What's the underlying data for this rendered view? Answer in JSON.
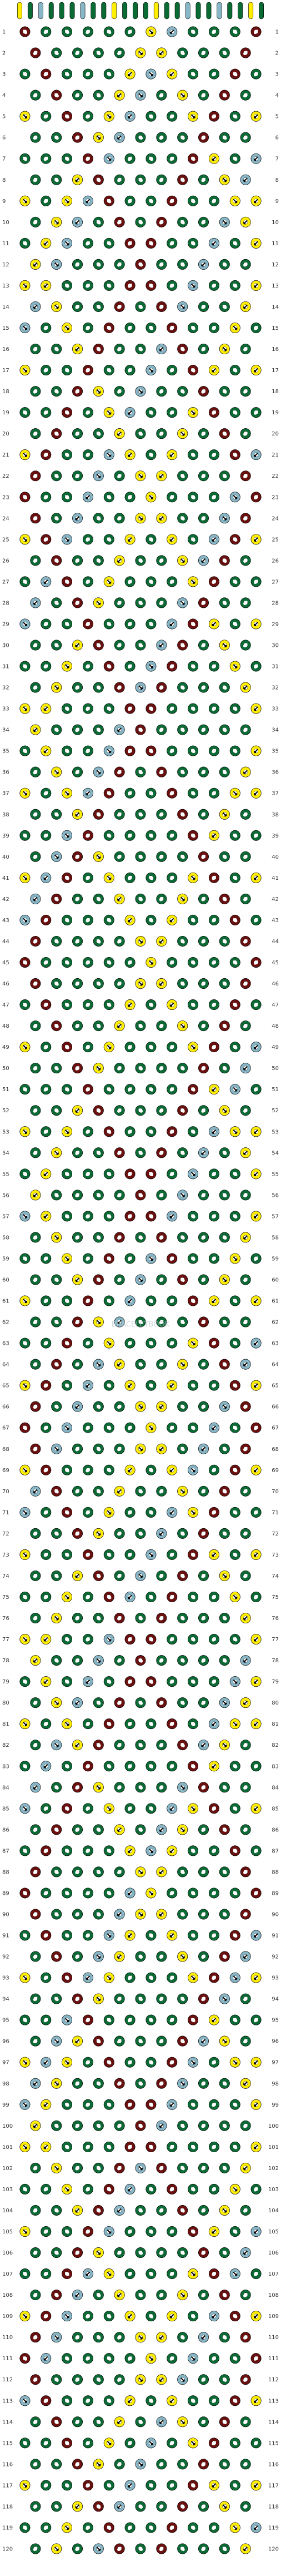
{
  "palette": {
    "Y": "#ffee00",
    "G": "#0a6b34",
    "B": "#87b6c7",
    "R": "#6b0f0f",
    "W": "#ffffff"
  },
  "strand_order": [
    "Y",
    "G",
    "B",
    "G",
    "G",
    "G",
    "B",
    "G",
    "G",
    "Y",
    "G",
    "G",
    "G",
    "Y",
    "G",
    "G",
    "B",
    "G",
    "G",
    "B",
    "G",
    "G",
    "Y",
    "G"
  ],
  "row_count": 120,
  "row_labels": [
    "1",
    "2",
    "3",
    "4",
    "5",
    "6",
    "7",
    "8",
    "9",
    "10",
    "11",
    "12",
    "13",
    "14",
    "15",
    "16",
    "17",
    "18",
    "19",
    "20",
    "21",
    "22",
    "23",
    "24",
    "25",
    "26",
    "27",
    "28",
    "29",
    "30",
    "31",
    "32",
    "33",
    "34",
    "35",
    "36",
    "37",
    "38",
    "39",
    "40",
    "41",
    "42",
    "43",
    "44",
    "45",
    "46",
    "47",
    "48",
    "49",
    "50",
    "51",
    "52",
    "53",
    "54",
    "55",
    "56",
    "57",
    "58",
    "59",
    "60",
    "61",
    "62",
    "63",
    "64",
    "65",
    "66",
    "67",
    "68",
    "69",
    "70",
    "71",
    "72",
    "73",
    "74",
    "75",
    "76",
    "77",
    "78",
    "79",
    "80",
    "81",
    "82",
    "83",
    "84",
    "85",
    "86",
    "87",
    "88",
    "89",
    "90",
    "91",
    "92",
    "93",
    "94",
    "95",
    "96",
    "97",
    "98",
    "99",
    "100",
    "101",
    "102",
    "103",
    "104",
    "105",
    "106",
    "107",
    "108",
    "109",
    "110",
    "111",
    "112",
    "113",
    "114",
    "115",
    "116",
    "117",
    "118",
    "119",
    "120"
  ],
  "watermark": "BRACELETBOOK"
}
